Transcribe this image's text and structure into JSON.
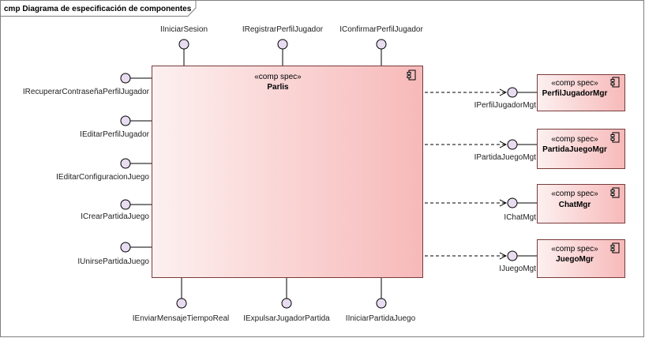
{
  "diagram": {
    "title": "cmp Diagrama de especificación de componentes",
    "main_component": {
      "stereotype": "«comp spec»",
      "name": "Parlis"
    },
    "top_interfaces": [
      "IIniciarSesion",
      "IRegistrarPerfilJugador",
      "IConfirmarPerfilJugador"
    ],
    "left_interfaces": [
      "IRecuperarContraseñaPerfilJugador",
      "IEditarPerfilJugador",
      "IEditarConfiguracionJuego",
      "ICrearPartidaJuego",
      "IUnirsePartidaJuego"
    ],
    "bottom_interfaces": [
      "IEnviarMensajeTiempoReal",
      "IExpulsarJugadorPartida",
      "IIniciarPartidaJuego"
    ],
    "managers": [
      {
        "stereotype": "«comp spec»",
        "name": "PerfilJugadorMgr",
        "interface": "IPerfilJugadorMgt"
      },
      {
        "stereotype": "«comp spec»",
        "name": "PartidaJuegoMgr",
        "interface": "IPartidaJuegoMgt"
      },
      {
        "stereotype": "«comp spec»",
        "name": "ChatMgr",
        "interface": "IChatMgt"
      },
      {
        "stereotype": "«comp spec»",
        "name": "JuegoMgr",
        "interface": "IJuegoMgt"
      }
    ]
  },
  "colors": {
    "component_fill_start": "#fdf0f0",
    "component_fill_end": "#f7b9b9",
    "component_border": "#7a3a3a",
    "lollipop_fill": "#e8dcf0",
    "line": "#000000"
  }
}
